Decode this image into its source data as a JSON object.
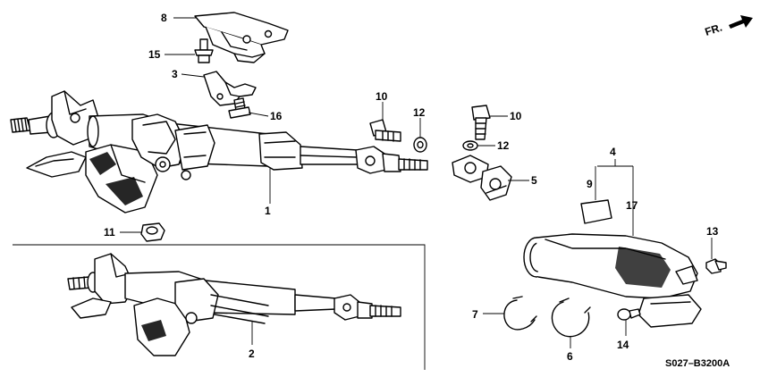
{
  "diagram": {
    "direction_label": "FR.",
    "code": "S027–B3200A",
    "callouts": [
      {
        "id": "c8",
        "text": "8"
      },
      {
        "id": "c15",
        "text": "15"
      },
      {
        "id": "c3",
        "text": "3"
      },
      {
        "id": "c16",
        "text": "16"
      },
      {
        "id": "c10a",
        "text": "10"
      },
      {
        "id": "c12a",
        "text": "12"
      },
      {
        "id": "c10b",
        "text": "10"
      },
      {
        "id": "c12b",
        "text": "12"
      },
      {
        "id": "c5",
        "text": "5"
      },
      {
        "id": "c4",
        "text": "4"
      },
      {
        "id": "c9",
        "text": "9"
      },
      {
        "id": "c17",
        "text": "17"
      },
      {
        "id": "c1",
        "text": "1"
      },
      {
        "id": "c11",
        "text": "11"
      },
      {
        "id": "c13",
        "text": "13"
      },
      {
        "id": "c7",
        "text": "7"
      },
      {
        "id": "c6",
        "text": "6"
      },
      {
        "id": "c14",
        "text": "14"
      },
      {
        "id": "c2",
        "text": "2"
      }
    ]
  }
}
